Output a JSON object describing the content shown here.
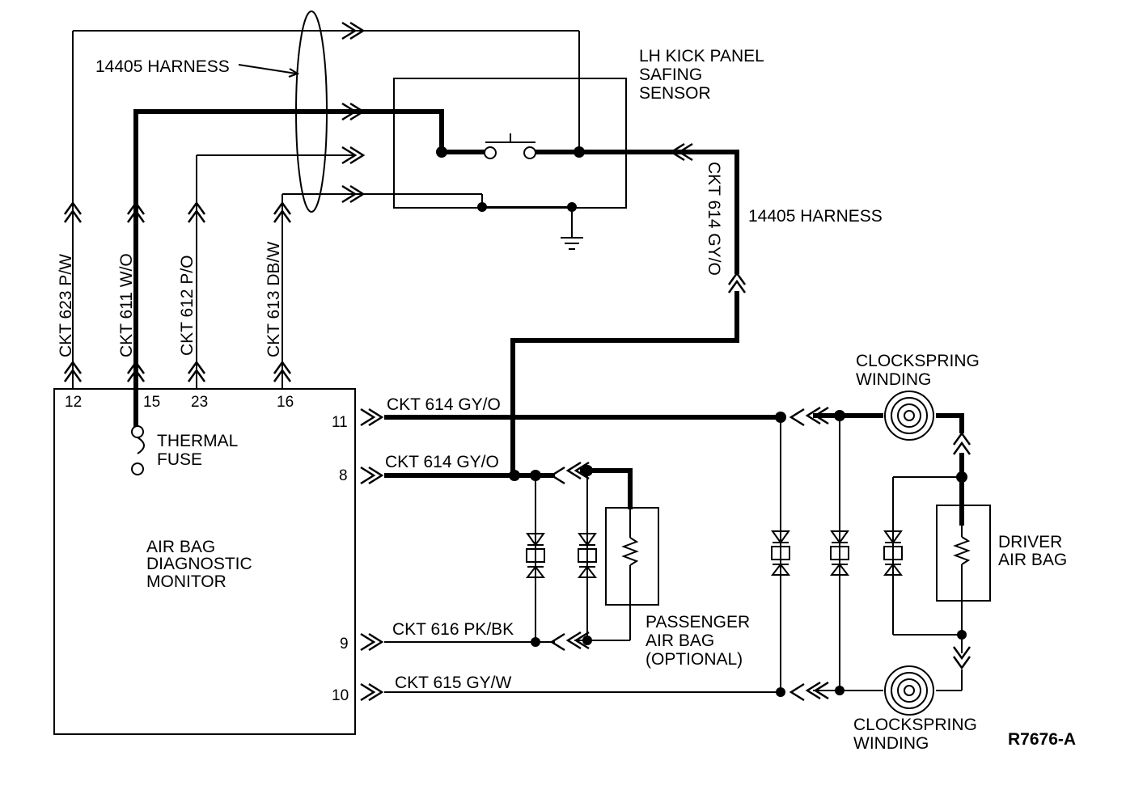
{
  "labels": {
    "harness_top": "14405 HARNESS",
    "harness_right": "14405 HARNESS",
    "safing_sensor": [
      "LH KICK PANEL",
      "SAFING",
      "SENSOR"
    ],
    "clockspring_top": [
      "CLOCKSPRING",
      "WINDING"
    ],
    "clockspring_bottom": [
      "CLOCKSPRING",
      "WINDING"
    ],
    "thermal_fuse": [
      "THERMAL",
      "FUSE"
    ],
    "monitor": [
      "AIR BAG",
      "DIAGNOSTIC",
      "MONITOR"
    ],
    "driver_air_bag": [
      "DRIVER",
      "AIR BAG"
    ],
    "passenger_air_bag": [
      "PASSENGER",
      "AIR BAG",
      "(OPTIONAL)"
    ],
    "figure_id": "R7676-A"
  },
  "circuits": {
    "ckt623": "CKT 623 P/W",
    "ckt611": "CKT 611 W/O",
    "ckt612": "CKT 612 P/O",
    "ckt613": "CKT 613 DB/W",
    "ckt614_vertical": "CKT 614 GY/O",
    "ckt614_pin11": "CKT 614 GY/O",
    "ckt614_pin8": "CKT 614 GY/O",
    "ckt616": "CKT 616 PK/BK",
    "ckt615": "CKT 615 GY/W"
  },
  "pins": {
    "p12": "12",
    "p15": "15",
    "p23": "23",
    "p16": "16",
    "p11": "11",
    "p8": "8",
    "p9": "9",
    "p10": "10"
  }
}
